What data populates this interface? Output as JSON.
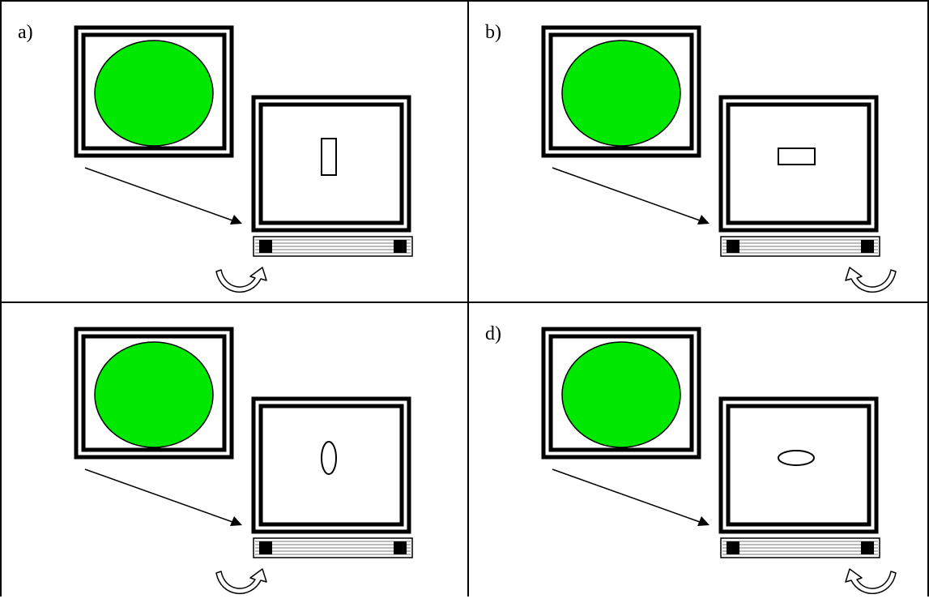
{
  "panels": [
    {
      "label": "a)",
      "object_shape": "rectangle",
      "object_orientation": "vertical",
      "rotation_arrow_side": "left",
      "rotation_arrow_icon": "rotate-clockwise-icon"
    },
    {
      "label": "b)",
      "object_shape": "rectangle",
      "object_orientation": "horizontal",
      "rotation_arrow_side": "right",
      "rotation_arrow_icon": "rotate-counterclockwise-icon"
    },
    {
      "label": "",
      "object_shape": "ellipse",
      "object_orientation": "vertical",
      "rotation_arrow_side": "left",
      "rotation_arrow_icon": "rotate-clockwise-icon"
    },
    {
      "label": "d)",
      "object_shape": "ellipse",
      "object_orientation": "horizontal",
      "rotation_arrow_side": "right",
      "rotation_arrow_icon": "rotate-counterclockwise-icon"
    }
  ],
  "colors": {
    "line": "#000000",
    "background": "#ffffff",
    "green_disc": "#00e800",
    "keyboard_stripes": "#777777"
  }
}
